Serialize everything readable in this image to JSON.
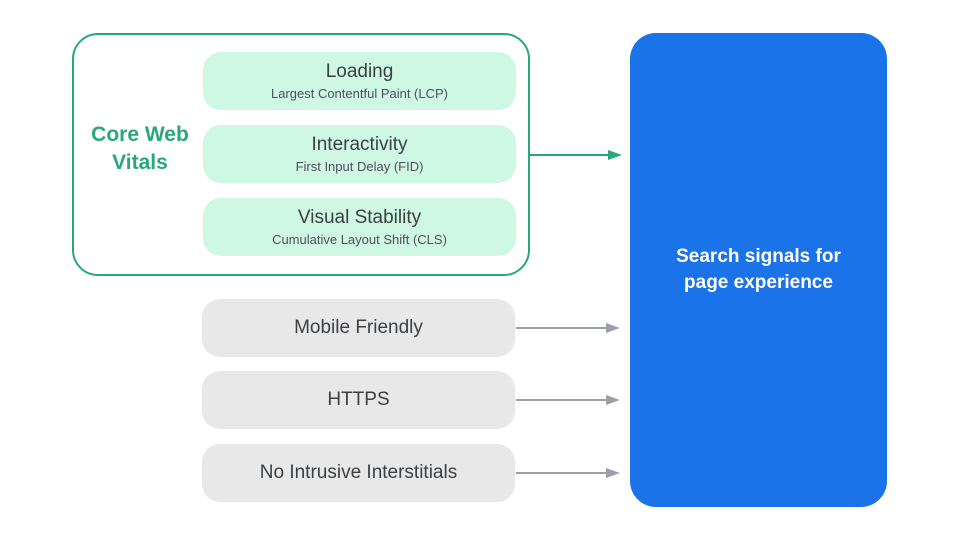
{
  "colors": {
    "green": "#28A878",
    "green_light": "#CEF7E4",
    "blue": "#1A73E8",
    "gray_pill": "#E8E8E8",
    "gray_arrow": "#9AA0A6",
    "text_dark": "#3C4043",
    "text_white": "#FFFFFF"
  },
  "core_web_vitals": {
    "label": "Core Web Vitals",
    "items": [
      {
        "title": "Loading",
        "subtitle": "Largest Contentful Paint (LCP)"
      },
      {
        "title": "Interactivity",
        "subtitle": "First Input Delay (FID)"
      },
      {
        "title": "Visual Stability",
        "subtitle": "Cumulative Layout Shift (CLS)"
      }
    ]
  },
  "other_signals": [
    {
      "label": "Mobile Friendly"
    },
    {
      "label": "HTTPS"
    },
    {
      "label": "No Intrusive Interstitials"
    }
  ],
  "result_box": {
    "label": "Search signals for page experience"
  }
}
